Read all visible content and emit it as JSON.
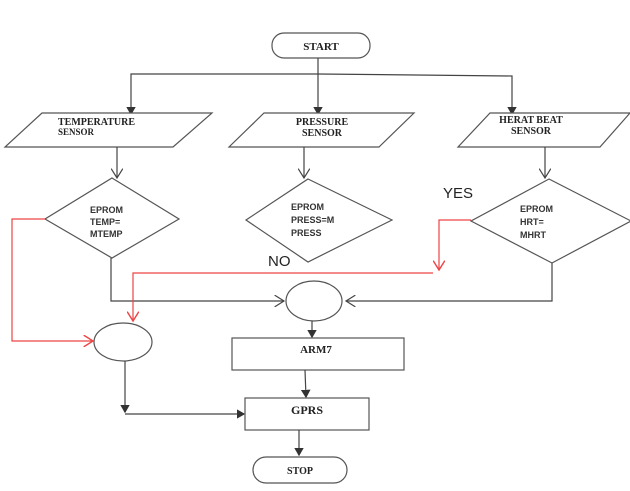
{
  "nodes": {
    "start": "START",
    "temp_sensor": [
      "TEMPERATURE",
      "SENSOR"
    ],
    "pressure_sensor": [
      "PRESSURE",
      "SENSOR"
    ],
    "heart_sensor": [
      "HERAT BEAT",
      "SENSOR"
    ],
    "temp_decision": [
      "EPROM",
      "TEMP=",
      "MTEMP"
    ],
    "pressure_decision": [
      "EPROM",
      "PRESS=M",
      "PRESS"
    ],
    "heart_decision": [
      "EPROM",
      "HRT=",
      "MHRT"
    ],
    "arm": "ARM7",
    "gprs": "GPRS",
    "stop": "STOP"
  },
  "edge_labels": {
    "yes": "YES",
    "no": "NO"
  },
  "colors": {
    "flow_line": "#444444",
    "alt_flow_line": "#ee4444"
  }
}
